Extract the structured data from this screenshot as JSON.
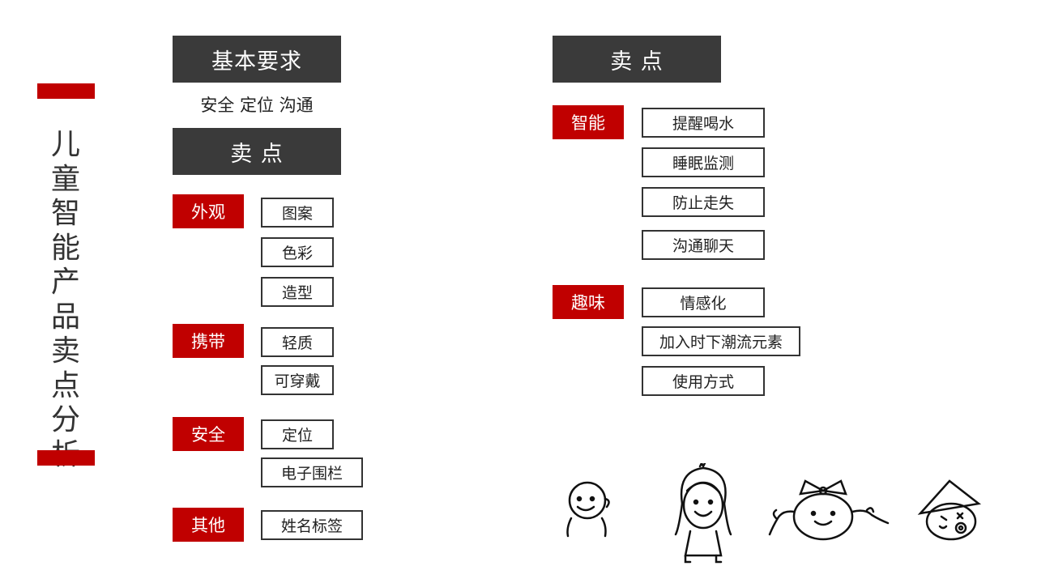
{
  "page": {
    "title_chars": [
      "儿",
      "童",
      "智",
      "能",
      "产",
      "品",
      "卖",
      "点",
      "分",
      "析"
    ],
    "accent_color": "#c00000",
    "header_color": "#3a3a3a"
  },
  "left": {
    "basic_header": "基本要求",
    "basic_items": "安全 定位 沟通",
    "selling_header": "卖 点",
    "groups": [
      {
        "label": "外观",
        "items": [
          "图案",
          "色彩",
          "造型"
        ]
      },
      {
        "label": "携带",
        "items": [
          "轻质",
          "可穿戴"
        ]
      },
      {
        "label": "安全",
        "items": [
          "定位",
          "电子围栏"
        ]
      },
      {
        "label": "其他",
        "items": [
          "姓名标签"
        ]
      }
    ]
  },
  "right": {
    "selling_header": "卖 点",
    "groups": [
      {
        "label": "智能",
        "items": [
          "提醒喝水",
          "睡眠监测",
          "防止走失",
          "沟通聊天"
        ]
      },
      {
        "label": "趣味",
        "items": [
          "情感化",
          "加入时下潮流元素",
          "使用方式"
        ]
      }
    ]
  },
  "illustrations": [
    "baby-face-icon",
    "girl-icon",
    "bow-girl-face-icon",
    "hat-kid-face-icon"
  ]
}
